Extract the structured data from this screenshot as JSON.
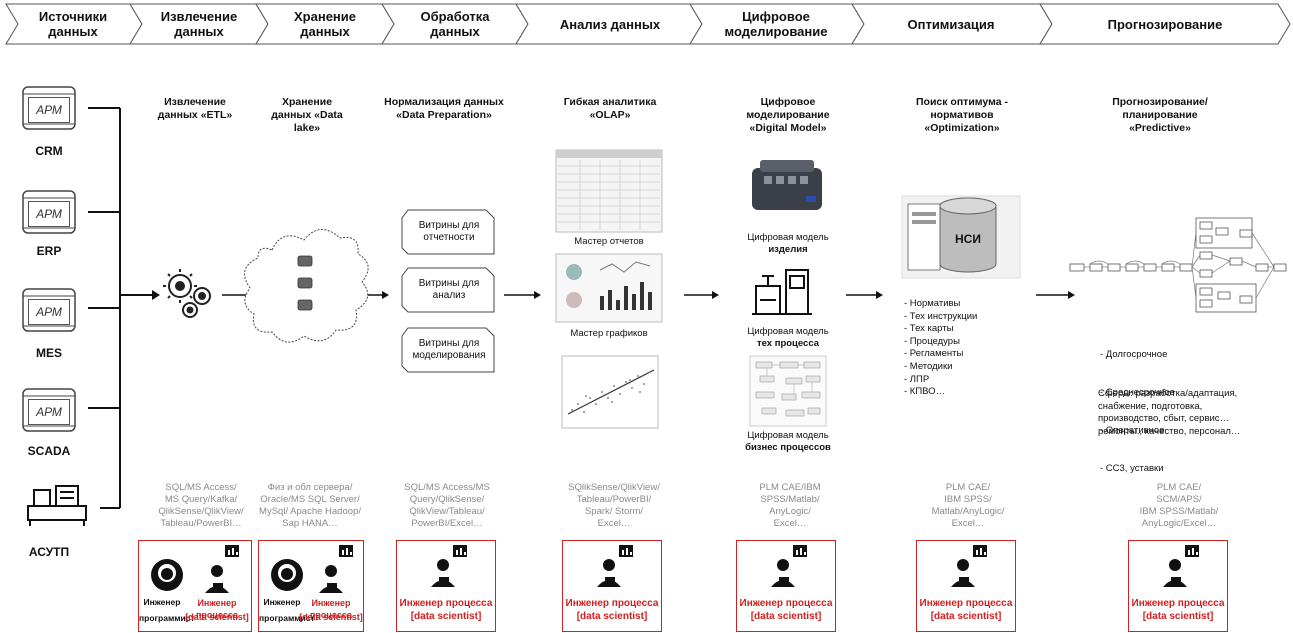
{
  "stages": [
    {
      "label": "Источники данных"
    },
    {
      "label": "Извлечение данных"
    },
    {
      "label": "Хранение данных"
    },
    {
      "label": "Обработка данных"
    },
    {
      "label": "Анализ данных"
    },
    {
      "label": "Цифровое моделирование"
    },
    {
      "label": "Оптимизация"
    },
    {
      "label": "Прогнозирование"
    }
  ],
  "sources": [
    {
      "apm": "АРМ",
      "label": "CRM"
    },
    {
      "apm": "АРМ",
      "label": "ERP"
    },
    {
      "apm": "АРМ",
      "label": "MES"
    },
    {
      "apm": "АРМ",
      "label": "SCADA"
    },
    {
      "label": "АСУТП"
    }
  ],
  "stage_titles": {
    "etl": "Извлечение данных «ETL»",
    "lake": "Хранение данных «Data lake»",
    "prep": "Нормализация данных «Data Preparation»",
    "olap": "Гибкая аналитика «OLAP»",
    "model": "Цифровое моделирование «Digital Model»",
    "opt": "Поиск оптимума - нормативов «Optimization»",
    "pred": "Прогнозирование/ планирование «Predictive»"
  },
  "vitrinas": [
    "Витрины для отчетности",
    "Витрины для анализ",
    "Витрины для моделирования"
  ],
  "olap_captions": {
    "reports": "Мастер отчетов",
    "charts": "Мастер графиков"
  },
  "model_captions": [
    {
      "line1": "Цифровая модель",
      "line2": "изделия"
    },
    {
      "line1": "Цифровая модель",
      "line2": "тех процесса"
    },
    {
      "line1": "Цифровая модель",
      "line2": "бизнес процессов"
    }
  ],
  "nsi_label": "НСИ",
  "opt_list": [
    "- Нормативы",
    "- Тех инструкции",
    "- Тех карты",
    "- Процедуры",
    "- Регламенты",
    "- Методики",
    "- ЛПР",
    "- КПВО…"
  ],
  "pred_list": [
    "-     Долгосрочное",
    "-     Среднесрочное",
    "-     Оперативное",
    "-     СС3, уставки"
  ],
  "pred_spheres": [
    "Сферы: разработка/адаптация,",
    "снабжение, подготовка,",
    "производство, сбыт, сервис…",
    "ремонты., качество, персонал…"
  ],
  "tools": {
    "etl": [
      "SQL/MS Access/",
      "MS Query/Kafka/",
      "QlikSense/QlikView/",
      "Tableau/PowerBI…"
    ],
    "lake": [
      "Физ и обл сервера/",
      "Oracle/MS SQL Server/",
      "MySql/ Apache Hadoop/",
      "Sap HANA…"
    ],
    "prep": [
      "SQL/MS Access/MS",
      "Query/QlikSense/",
      "QlikView/Tableau/",
      "PowerBI/Excel…"
    ],
    "olap": [
      "SQlikSense/QlikView/",
      "Tableau/PowerBI/",
      "Spark/ Storm/",
      "Excel…"
    ],
    "model": [
      "PLM CAE/IBM",
      "SPSS/Matlab/",
      "AnyLogic/",
      "Excel…"
    ],
    "opt": [
      "PLM CAE/",
      "IBM SPSS/",
      "Matlab/AnyLogic/",
      "Excel…"
    ],
    "pred": [
      "PLM CAE/",
      "SCM/APS/",
      "IBM SPSS/Matlab/",
      "AnyLogic/Excel…"
    ]
  },
  "roles": {
    "engineer": "Инженер процесса",
    "ds": "[data scientist]",
    "programmer_top": "Инженер",
    "programmer_bottom": "программист"
  },
  "colors": {
    "red": "#d21f1f",
    "gray_text": "#8a8a8a"
  }
}
